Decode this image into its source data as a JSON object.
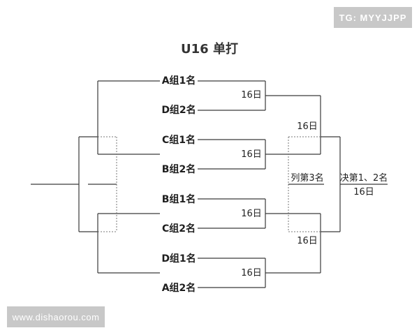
{
  "title": "U16 单打",
  "watermark_top": "TG: MYYJJPP",
  "watermark_bottom": "www.dishaorou.com",
  "teams": [
    "A组1名",
    "D组2名",
    "C组1名",
    "B组2名",
    "B组1名",
    "C组2名",
    "D组1名",
    "A组2名"
  ],
  "quarterfinal_labels": [
    "16日",
    "16日",
    "16日",
    "16日"
  ],
  "semifinal_labels": [
    "16日",
    "16日"
  ],
  "third_place_label": "列第3名",
  "final_label": "决第1、2名",
  "final_date": "16日",
  "colors": {
    "line": "#3a3a3a",
    "dotted": "#777777",
    "badge": "#c8c8c8"
  }
}
